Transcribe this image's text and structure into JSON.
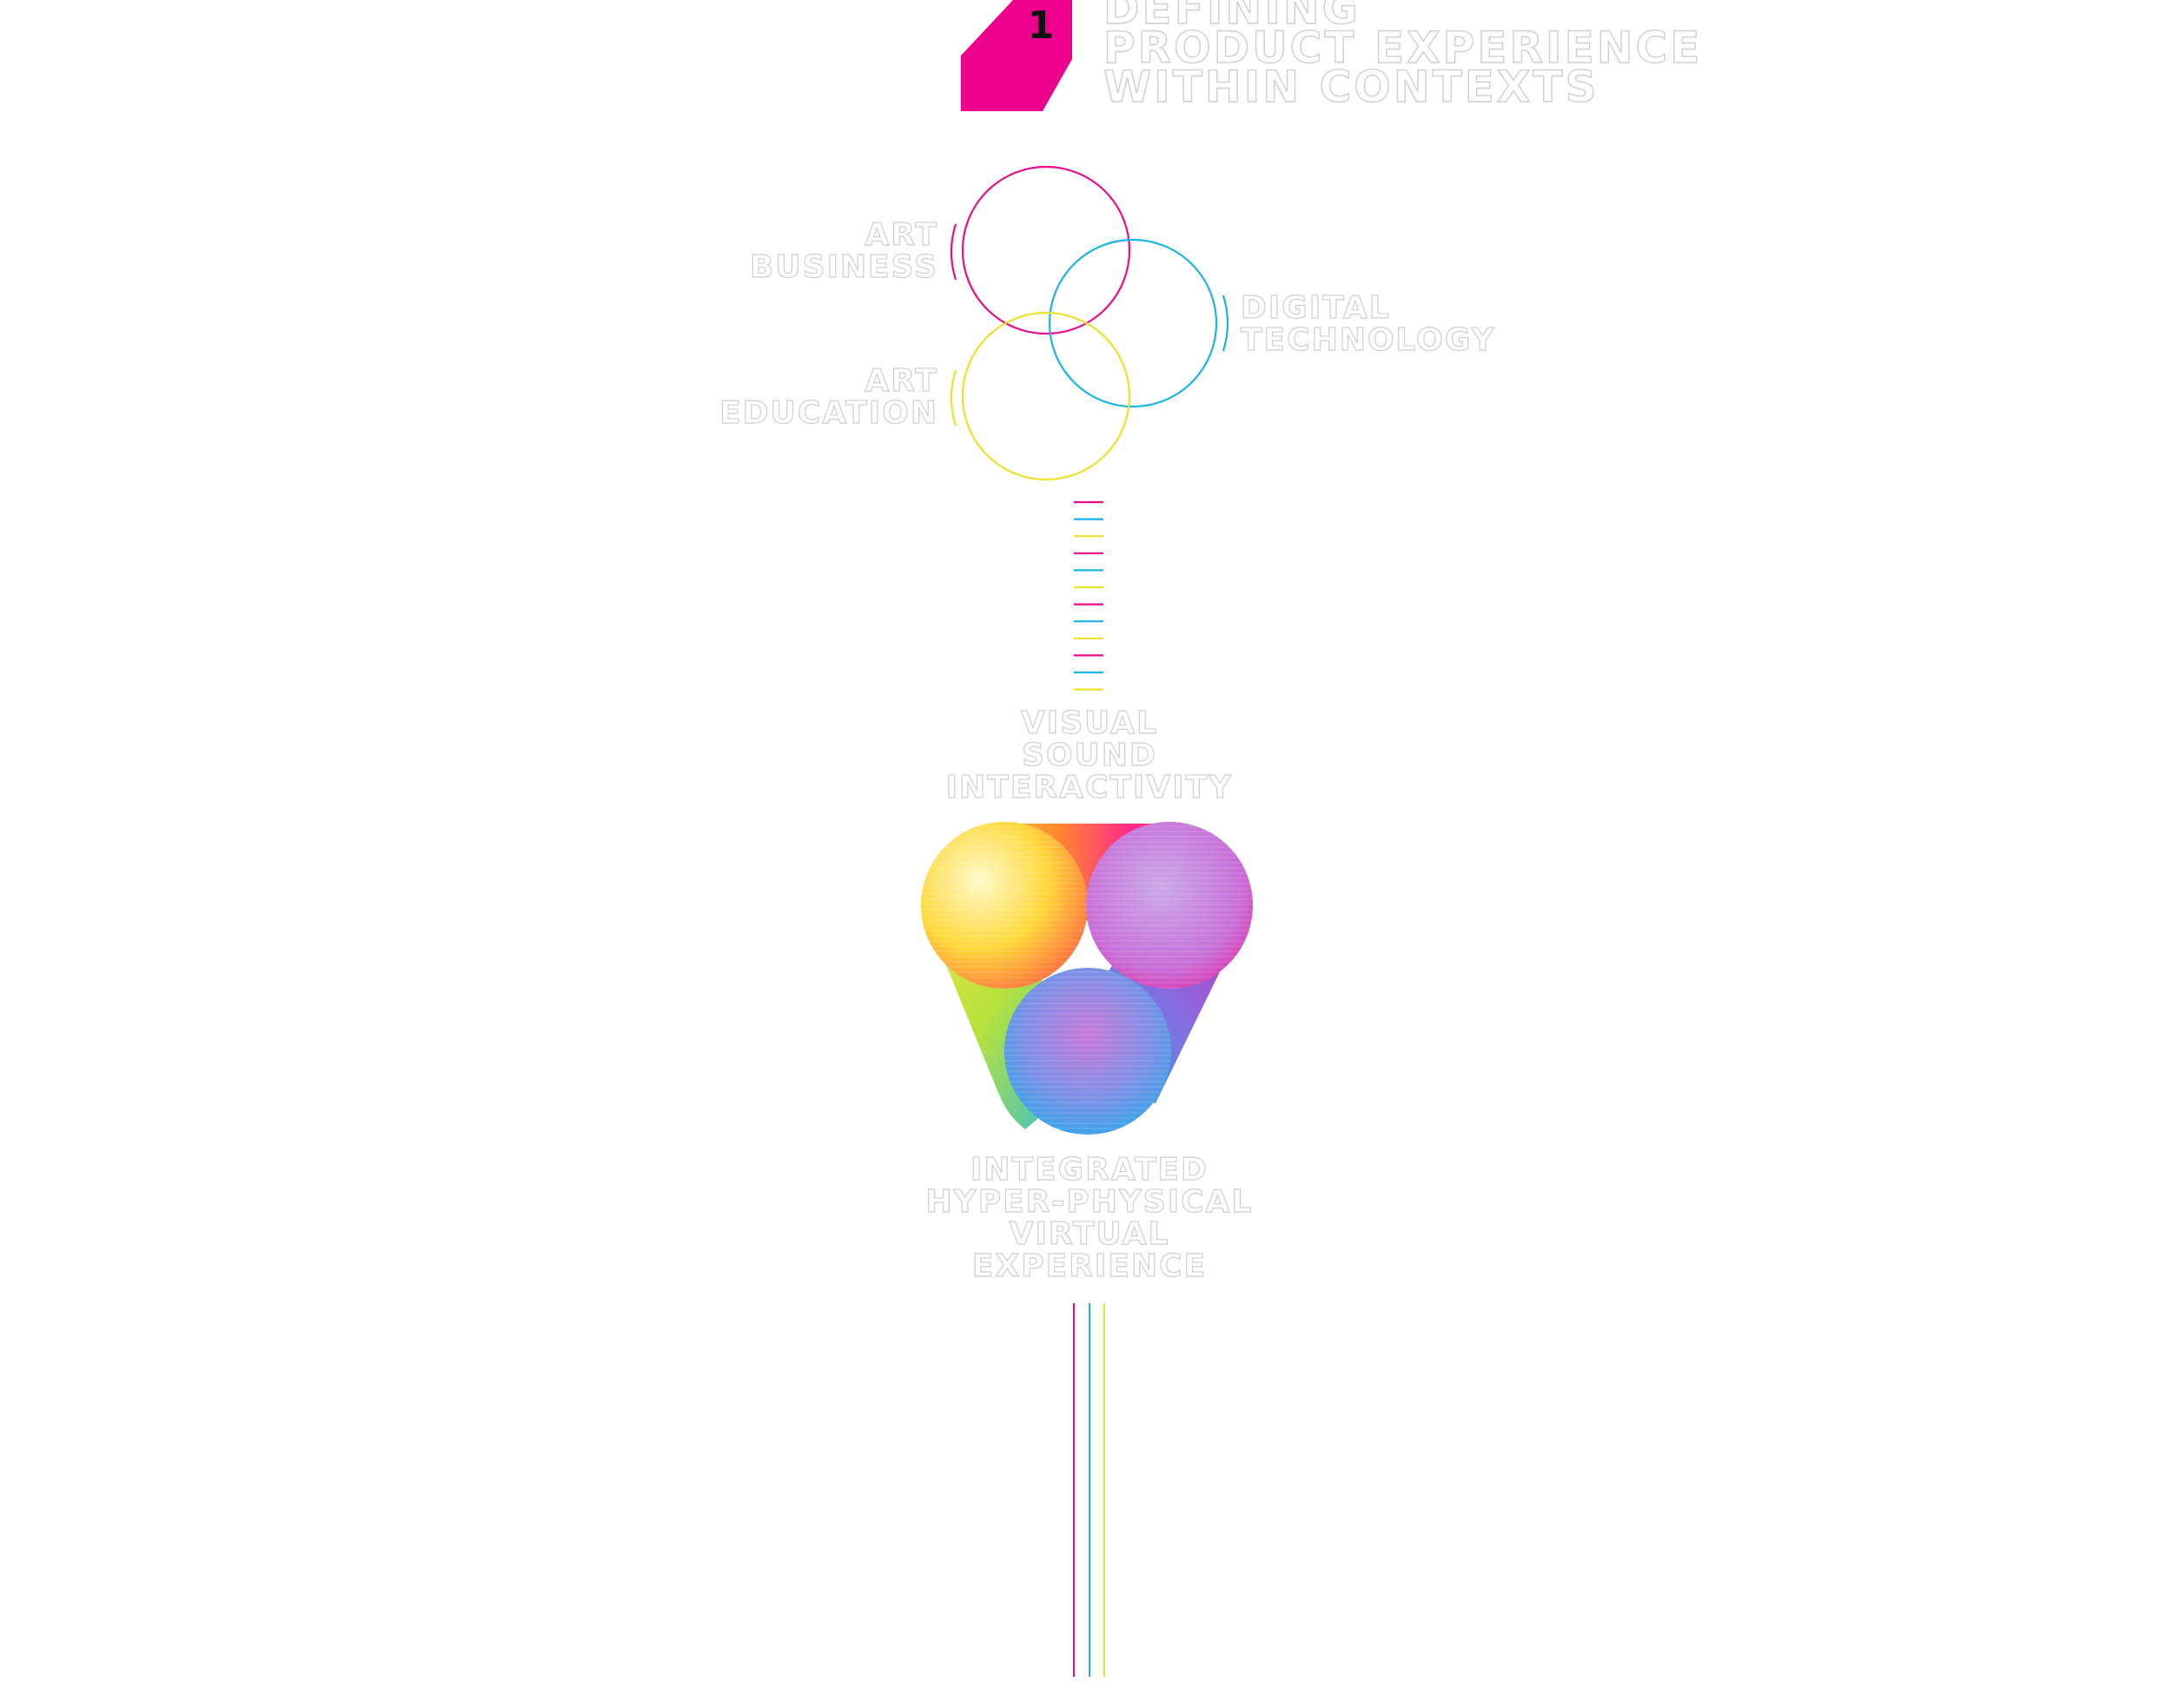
{
  "header": {
    "number": "1",
    "title_lines": [
      "DEFINING",
      "PRODUCT EXPERIENCE",
      "WITHIN CONTEXTS"
    ]
  },
  "venn": {
    "art_business": [
      "ART",
      "BUSINESS"
    ],
    "digital_technology": [
      "DIGITAL",
      "TECHNOLOGY"
    ],
    "art_education": [
      "ART",
      "EDUCATION"
    ]
  },
  "media": [
    "VISUAL",
    "SOUND",
    "INTERACTIVITY"
  ],
  "outcome": [
    "INTEGRATED",
    "HYPER-PHYSICAL",
    "VIRTUAL",
    "EXPERIENCE"
  ],
  "colors": {
    "magenta": "#ec0c8c",
    "cyan": "#1ab4e6",
    "yellow": "#eee12a",
    "badge": "#ec008c"
  }
}
